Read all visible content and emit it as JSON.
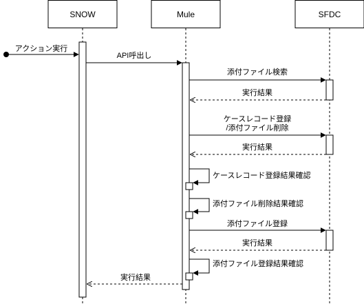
{
  "participants": [
    {
      "id": "snow",
      "label": "SNOW"
    },
    {
      "id": "mule",
      "label": "Mule"
    },
    {
      "id": "sfdc",
      "label": "SFDC"
    }
  ],
  "messages": [
    {
      "id": "m1",
      "from": "start",
      "to": "snow",
      "kind": "sync",
      "label": "アクション実行"
    },
    {
      "id": "m2",
      "from": "snow",
      "to": "mule",
      "kind": "sync",
      "label": "API呼出し"
    },
    {
      "id": "m3",
      "from": "mule",
      "to": "sfdc",
      "kind": "sync",
      "label": "添付ファイル検索"
    },
    {
      "id": "m4",
      "from": "sfdc",
      "to": "mule",
      "kind": "return",
      "label": "実行結果"
    },
    {
      "id": "m5",
      "from": "mule",
      "to": "sfdc",
      "kind": "sync",
      "label_lines": [
        "ケースレコード登録",
        "/添付ファイル削除"
      ]
    },
    {
      "id": "m6",
      "from": "sfdc",
      "to": "mule",
      "kind": "return",
      "label": "実行結果"
    },
    {
      "id": "m7",
      "from": "mule",
      "to": "mule",
      "kind": "self",
      "label": "ケースレコード登録結果確認"
    },
    {
      "id": "m8",
      "from": "mule",
      "to": "mule",
      "kind": "self",
      "label": "添付ファイル削除結果確認"
    },
    {
      "id": "m9",
      "from": "mule",
      "to": "sfdc",
      "kind": "sync",
      "label": "添付ファイル登録"
    },
    {
      "id": "m10",
      "from": "sfdc",
      "to": "mule",
      "kind": "return",
      "label": "実行結果"
    },
    {
      "id": "m11",
      "from": "mule",
      "to": "mule",
      "kind": "self",
      "label": "添付ファイル登録結果確認"
    },
    {
      "id": "m12",
      "from": "mule",
      "to": "snow",
      "kind": "return",
      "label": "実行結果"
    }
  ]
}
